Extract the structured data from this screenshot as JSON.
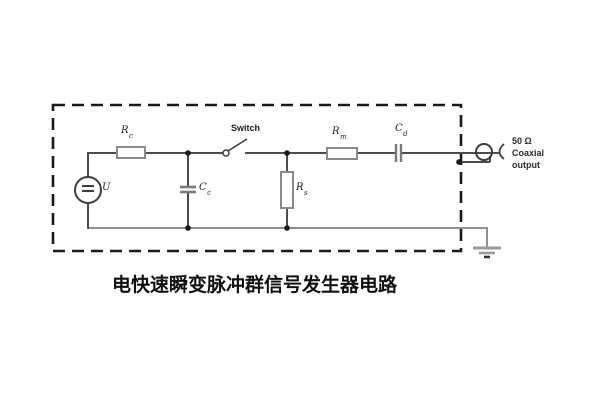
{
  "caption": "电快速瞬变脉冲群信号发生器电路",
  "labels": {
    "source": {
      "base": "U",
      "sub": ""
    },
    "rc": {
      "base": "R",
      "sub": "c"
    },
    "cc": {
      "base": "C",
      "sub": "c"
    },
    "switch": "Switch",
    "rs": {
      "base": "R",
      "sub": "s"
    },
    "rm": {
      "base": "R",
      "sub": "m"
    },
    "cd": {
      "base": "C",
      "sub": "d"
    },
    "output": {
      "line1": "50 Ω",
      "line2": "Coaxial",
      "line3": "output"
    }
  },
  "colors": {
    "wire": "#4c4c4c",
    "ground_rail": "#8f8f8f",
    "component_outline": "#8a8a8a",
    "enclosure_border": "#1a1a1a",
    "text": "#1c1c1c",
    "background": "#ffffff"
  }
}
